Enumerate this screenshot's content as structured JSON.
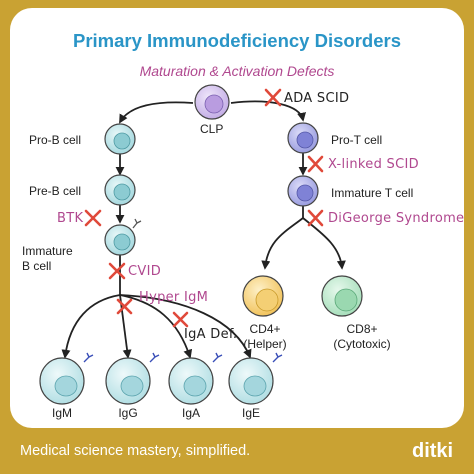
{
  "title": "Primary Immunodeficiency Disorders",
  "subtitle": "Maturation & Activation Defects",
  "cells": {
    "clp": "CLP",
    "pro_b": "Pro-B cell",
    "pre_b": "Pre-B cell",
    "immature_b_line1": "Immature",
    "immature_b_line2": "B cell",
    "pro_t": "Pro-T cell",
    "immature_t": "Immature T cell",
    "cd4_line1": "CD4+",
    "cd4_line2": "(Helper)",
    "cd8_line1": "CD8+",
    "cd8_line2": "(Cytotoxic)",
    "igm": "IgM",
    "igg": "IgG",
    "iga": "IgA",
    "ige": "IgE"
  },
  "defects": {
    "ada_scid": "ADA SCID",
    "x_scid": "X-linked SCID",
    "digeorge": "DiGeorge Syndrome",
    "btk": "BTK",
    "cvid": "CVID",
    "hyper_igm": "Hyper IgM",
    "iga_def": "IgA Def."
  },
  "colors": {
    "frame": "#c9a233",
    "title": "#2a95c7",
    "defect": "#b0488f",
    "cross": "#e0493a",
    "b_cell": "#bfe6ea",
    "t_cell": "#b7b9ec",
    "clp": "#d6c4ee",
    "cd4": "#f6d27d",
    "cd8": "#c2ecd0"
  },
  "footer": {
    "tagline": "Medical science mastery, simplified.",
    "brand": "ditki"
  }
}
